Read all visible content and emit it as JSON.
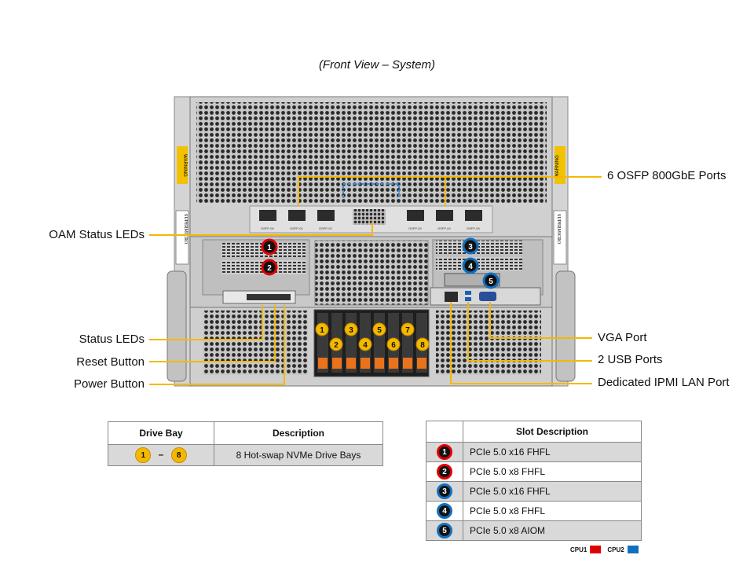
{
  "title": "(Front View – System)",
  "callouts": {
    "osfp": "6 OSFP 800GbE Ports",
    "oam": "OAM Status LEDs",
    "status_leds": "Status LEDs",
    "reset": "Reset Button",
    "power": "Power Button",
    "vga": "VGA Port",
    "usb": "2 USB Ports",
    "ipmi": "Dedicated IPMI  LAN Port"
  },
  "chassis_labels": {
    "warning": "WARNING",
    "brand": "SUPERMICRO",
    "osfp_port_labels": [
      "OSFP-00",
      "OSFP-01",
      "OSFP-02",
      "OSFP-03",
      "OSFP-04",
      "OSFP-05"
    ]
  },
  "slot_badges": [
    "1",
    "2",
    "3",
    "4",
    "5"
  ],
  "drive_badges": [
    "1",
    "2",
    "3",
    "4",
    "5",
    "6",
    "7",
    "8"
  ],
  "bay_table": {
    "headers": [
      "Drive Bay",
      "Description"
    ],
    "row": {
      "from": "1",
      "dash": "–",
      "to": "8",
      "description": "8 Hot-swap  NVMe Drive  Bays"
    }
  },
  "slot_table": {
    "header": "Slot Description",
    "rows": [
      {
        "num": "1",
        "cpu": "cpu1",
        "desc": "PCIe 5.0 x16 FHFL"
      },
      {
        "num": "2",
        "cpu": "cpu1",
        "desc": "PCIe 5.0 x8 FHFL"
      },
      {
        "num": "3",
        "cpu": "cpu2",
        "desc": "PCIe 5.0 x16 FHFL"
      },
      {
        "num": "4",
        "cpu": "cpu2",
        "desc": "PCIe 5.0 x8 FHFL"
      },
      {
        "num": "5",
        "cpu": "cpu2",
        "desc": "PCIe 5.0 x8 AIOM"
      }
    ]
  },
  "legend": {
    "cpu1": "CPU1",
    "cpu2": "CPU2",
    "cpu1_color": "#e00000",
    "cpu2_color": "#1070c0"
  },
  "colors": {
    "callout_line": "#f5b800",
    "badge_yellow": "#f5b800"
  }
}
